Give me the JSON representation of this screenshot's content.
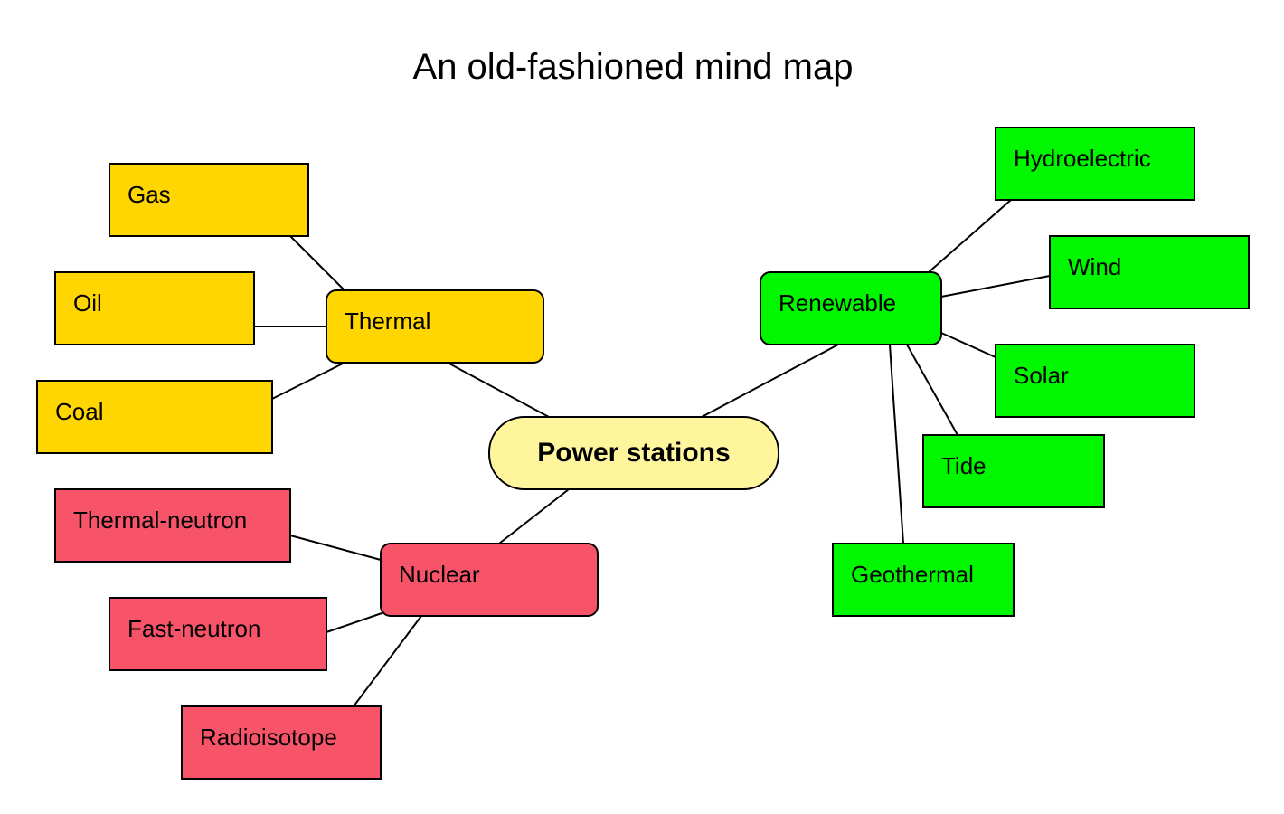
{
  "title": "An old-fashioned mind map",
  "colors": {
    "root": "#fff59d",
    "thermal": "#ffd600",
    "nuclear": "#f75469",
    "renewable": "#00f700",
    "line": "#000000"
  },
  "root": {
    "label": "Power stations"
  },
  "branches": {
    "thermal": {
      "label": "Thermal",
      "children": [
        "Gas",
        "Oil",
        "Coal"
      ]
    },
    "nuclear": {
      "label": "Nuclear",
      "children": [
        "Thermal-neutron",
        "Fast-neutron",
        "Radioisotope"
      ]
    },
    "renewable": {
      "label": "Renewable",
      "children": [
        "Hydroelectric",
        "Wind",
        "Solar",
        "Tide",
        "Geothermal"
      ]
    }
  }
}
